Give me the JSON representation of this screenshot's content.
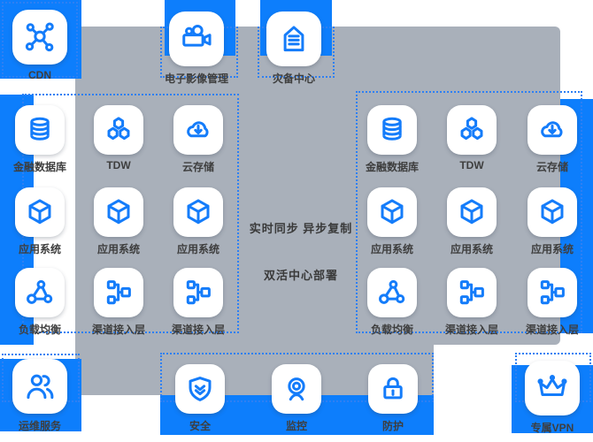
{
  "colors": {
    "accent_blue": "#0D7EFC",
    "icon_blue": "#147CFA",
    "panel_gray": "#A9B0BA",
    "dashed_border_blue": "#2E80F3",
    "label_text": "#3E3E3E"
  },
  "center": {
    "line1": "实时同步 异步复制",
    "line2": "双活中心部署"
  },
  "top_row": {
    "items": [
      {
        "label": "CDN",
        "icon": "cdn-network-icon"
      },
      {
        "label": "电子影像管理",
        "icon": "video-camera-icon"
      },
      {
        "label": "灾备中心",
        "icon": "disaster-center-house-icon"
      }
    ]
  },
  "left_group": {
    "items": [
      {
        "label": "金融数据库",
        "icon": "database-icon"
      },
      {
        "label": "TDW",
        "icon": "hexagon-cluster-icon"
      },
      {
        "label": "云存储",
        "icon": "cloud-download-icon"
      },
      {
        "label": "应用系统",
        "icon": "cube-icon"
      },
      {
        "label": "应用系统",
        "icon": "cube-icon"
      },
      {
        "label": "应用系统",
        "icon": "cube-icon"
      },
      {
        "label": "负载均衡",
        "icon": "load-balancer-icon"
      },
      {
        "label": "渠道接入层",
        "icon": "channel-access-tree-icon"
      },
      {
        "label": "渠道接入层",
        "icon": "channel-access-tree-icon"
      }
    ]
  },
  "right_group": {
    "items": [
      {
        "label": "金融数据库",
        "icon": "database-icon"
      },
      {
        "label": "TDW",
        "icon": "hexagon-cluster-icon"
      },
      {
        "label": "云存储",
        "icon": "cloud-download-icon"
      },
      {
        "label": "应用系统",
        "icon": "cube-icon"
      },
      {
        "label": "应用系统",
        "icon": "cube-icon"
      },
      {
        "label": "应用系统",
        "icon": "cube-icon"
      },
      {
        "label": "负载均衡",
        "icon": "load-balancer-icon"
      },
      {
        "label": "渠道接入层",
        "icon": "channel-access-tree-icon"
      },
      {
        "label": "渠道接入层",
        "icon": "channel-access-tree-icon"
      }
    ]
  },
  "bottom_row": {
    "items": [
      {
        "label": "运维服务",
        "icon": "users-icon"
      },
      {
        "label": "安全",
        "icon": "shield-icon"
      },
      {
        "label": "监控",
        "icon": "webcam-icon"
      },
      {
        "label": "防护",
        "icon": "lock-icon"
      },
      {
        "label": "专属VPN",
        "icon": "crown-icon"
      }
    ]
  }
}
